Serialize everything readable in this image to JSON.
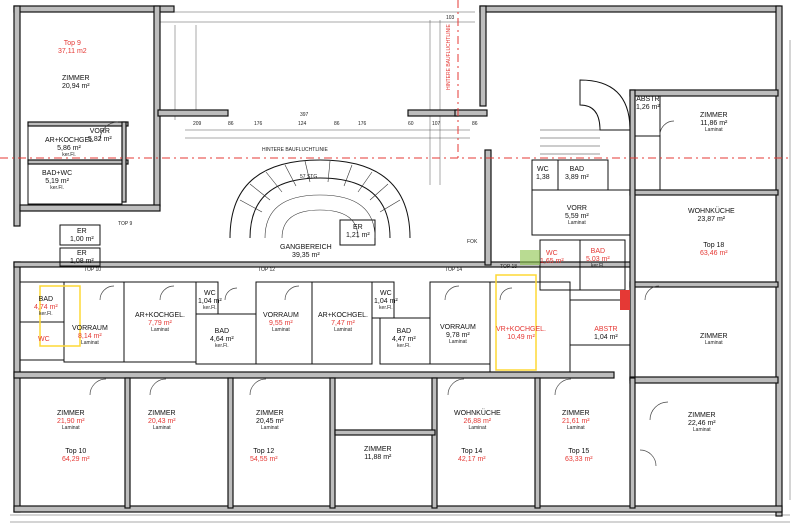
{
  "plan": {
    "street_line": "HINTERE BAUFLUCHTLINIE",
    "street_line_vertical": "HINTERE BAUFLUCHTLINIE",
    "fok": "FOK",
    "stair_label": "57 STG",
    "units": [
      {
        "name": "Top 9",
        "area": "37,11 m2"
      },
      {
        "name": "Top 10",
        "area": "64,29 m²"
      },
      {
        "name": "Top 12",
        "area": "54,55 m²"
      },
      {
        "name": "Top 14",
        "area": "42,17 m²"
      },
      {
        "name": "Top 15",
        "area": "63,33 m²"
      },
      {
        "name": "Top 18",
        "area": "63,46 m²"
      }
    ],
    "rooms": [
      {
        "name": "ZIMMER",
        "area": "20,94 m²",
        "floor": ""
      },
      {
        "name": "VORR",
        "area": "5,82 m²",
        "floor": ""
      },
      {
        "name": "AR+KOCHGEL",
        "area": "5,86 m²",
        "floor": "ker.Fl."
      },
      {
        "name": "BAD+WC",
        "area": "5,19 m²",
        "floor": "ker.Fl."
      },
      {
        "name": "ER",
        "area": "1,00 m²",
        "floor": ""
      },
      {
        "name": "ER",
        "area": "1,08 m²",
        "floor": ""
      },
      {
        "name": "GANGBEREICH",
        "area": "39,35 m²",
        "floor": ""
      },
      {
        "name": "ER",
        "area": "1,21 m²",
        "floor": ""
      },
      {
        "name": "WC",
        "area": "1,38",
        "floor": ""
      },
      {
        "name": "BAD",
        "area": "3,89 m²",
        "floor": ""
      },
      {
        "name": "VORR",
        "area": "5,59 m²",
        "floor": "Laminat"
      },
      {
        "name": "ABSTR",
        "area": "1,26 m²",
        "floor": ""
      },
      {
        "name": "ZIMMER",
        "area": "11,86 m²",
        "floor": "Laminat"
      },
      {
        "name": "WOHNKÜCHE",
        "area": "23,87 m²",
        "floor": ""
      },
      {
        "name": "WC",
        "area": "1,65 m²",
        "floor": ""
      },
      {
        "name": "BAD",
        "area": "5,03 m²",
        "floor": "ker.Fl."
      },
      {
        "name": "BAD",
        "area": "4,74 m²",
        "floor": "ker.Fl."
      },
      {
        "name": "WC",
        "area": "",
        "floor": ""
      },
      {
        "name": "VORRAUM",
        "area": "8,14 m²",
        "floor": "Laminat"
      },
      {
        "name": "AR+KOCHGEL.",
        "area": "7,79 m²",
        "floor": "Laminat"
      },
      {
        "name": "WC",
        "area": "1,04 m²",
        "floor": "ker.Fl."
      },
      {
        "name": "BAD",
        "area": "4,64 m²",
        "floor": "ker.Fl."
      },
      {
        "name": "VORRAUM",
        "area": "9,55 m²",
        "floor": "Laminat"
      },
      {
        "name": "AR+KOCHGEL.",
        "area": "7,47 m²",
        "floor": "Laminat"
      },
      {
        "name": "WC",
        "area": "1,04 m²",
        "floor": "ker.Fl."
      },
      {
        "name": "BAD",
        "area": "4,47 m²",
        "floor": "ker.Fl."
      },
      {
        "name": "VORRAUM",
        "area": "9,78 m²",
        "floor": "Laminat"
      },
      {
        "name": "VR+KOCHGEL.",
        "area": "10,49 m²",
        "floor": ""
      },
      {
        "name": "ABSTR",
        "area": "1,04 m²",
        "floor": ""
      },
      {
        "name": "ZIMMER",
        "area": "",
        "floor": "Laminat"
      },
      {
        "name": "ZIMMER",
        "area": "21,90 m²",
        "floor": "Laminat"
      },
      {
        "name": "ZIMMER",
        "area": "20,43 m²",
        "floor": "Laminat"
      },
      {
        "name": "ZIMMER",
        "area": "20,45 m²",
        "floor": "Laminat"
      },
      {
        "name": "ZIMMER",
        "area": "11,88 m²",
        "floor": ""
      },
      {
        "name": "WOHNKÜCHE",
        "area": "26,88 m²",
        "floor": "Laminat"
      },
      {
        "name": "ZIMMER",
        "area": "21,61 m²",
        "floor": "Laminat"
      },
      {
        "name": "ZIMMER",
        "area": "22,46 m²",
        "floor": "Laminat"
      }
    ],
    "corridor_tops": [
      "TOP 9",
      "TOP 10",
      "TOP 12",
      "TOP 14",
      "TOP 18"
    ],
    "dimensions": [
      "209",
      "86",
      "176",
      "124",
      "86",
      "176",
      "60",
      "107",
      "103",
      "397",
      "86"
    ]
  }
}
